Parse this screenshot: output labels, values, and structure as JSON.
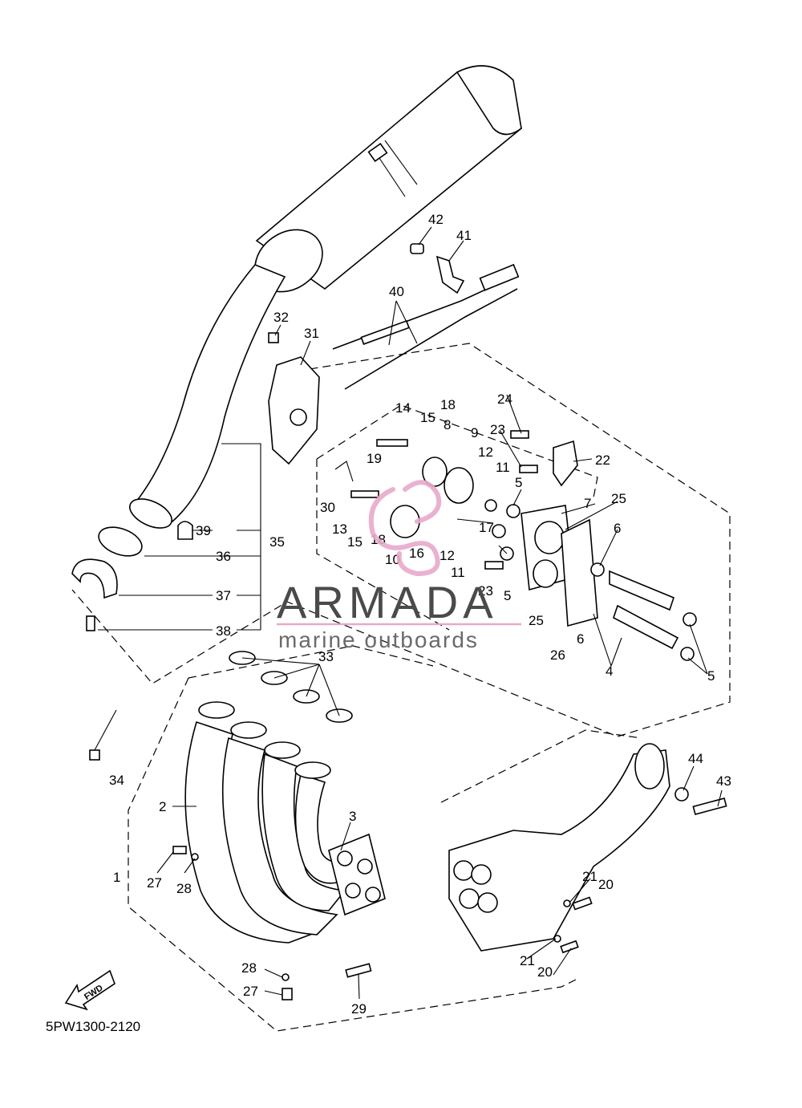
{
  "diagram_code": "5PW1300-2120",
  "fwd_label": "FWD",
  "watermark": {
    "brand": "ARMADA",
    "tagline": "marine outboards",
    "logo_color": "#e8a8cc",
    "text_color": "#4a4a4a"
  },
  "callouts": [
    "42",
    "41",
    "40",
    "32",
    "31",
    "14",
    "15",
    "18",
    "8",
    "9",
    "24",
    "23",
    "22",
    "19",
    "12",
    "11",
    "5",
    "7",
    "25",
    "30",
    "13",
    "15",
    "18",
    "10",
    "16",
    "17",
    "12",
    "11",
    "23",
    "5",
    "6",
    "39",
    "35",
    "36",
    "37",
    "38",
    "25",
    "26",
    "6",
    "4",
    "5",
    "33",
    "34",
    "2",
    "3",
    "1",
    "27",
    "28",
    "44",
    "43",
    "21",
    "20",
    "21",
    "20",
    "28",
    "27",
    "29"
  ]
}
